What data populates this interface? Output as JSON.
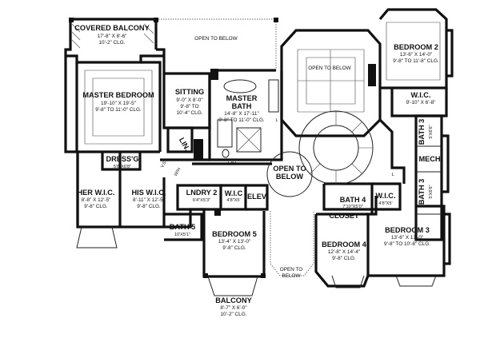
{
  "rooms": {
    "covered_balcony": {
      "name": "COVERED BALCONY",
      "dims": "17'-8\" X 8'-6\"",
      "clg": "10'-2\" CLG."
    },
    "open_below_top": {
      "name": "OPEN TO BELOW"
    },
    "master_bedroom": {
      "name": "MASTER BEDROOM",
      "dims": "19'-10\" X 19'-5\"",
      "clg": "9'-8\" TO 11'-0\" CLG."
    },
    "sitting": {
      "name": "SITTING",
      "dims": "9'-0\" X 8'-0\"",
      "clg1": "9'-8\" TO",
      "clg2": "10'-4\" CLG."
    },
    "master_bath": {
      "name1": "MASTER",
      "name2": "BATH",
      "dims": "14'-8\" X 17'-11\"",
      "clg": "9'-8\" TO 11'-0\" CLG."
    },
    "open_below_center": {
      "name": "OPEN TO BELOW"
    },
    "bedroom2": {
      "name": "BEDROOM 2",
      "dims": "13'-6\" X 14'-0\"",
      "clg": "9'-8\" TO 11'-8\" CLG."
    },
    "wic_bed2": {
      "name": "W.I.C.",
      "dims": "9'-10\" X 6'-8\""
    },
    "bath3_upper": {
      "name": "BATH 3",
      "dims": "5'X6'6\""
    },
    "mech": {
      "name": "MECH"
    },
    "bath3_lower": {
      "name": "BATH 3",
      "dims": "5'X6'6\""
    },
    "lin": {
      "name": "LIN."
    },
    "dressg": {
      "name": "DRESS'G",
      "dims": "5'8\"X6'8\""
    },
    "her_wic": {
      "name": "HER W.I.C.",
      "dims": "8'-8\" X 12'-5\"",
      "clg": "9'-8\" CLG."
    },
    "his_wic": {
      "name": "HIS W.I.C.",
      "dims": "8'-11\" X 12'-5\"",
      "clg": "9'-8\" CLG."
    },
    "lndry2": {
      "name": "LNDRY 2",
      "dims": "6'4\"X5'3\""
    },
    "wic_small": {
      "name": "W.I.C",
      "dims": "4'8\"X5'"
    },
    "elev": {
      "name": "ELEV"
    },
    "open_below_stair": {
      "name1": "OPEN TO",
      "name2": "BELOW"
    },
    "bath4": {
      "name": "BATH 4",
      "dims": "7'10\"X5'0\""
    },
    "wic_bed4": {
      "name": "W.I.C.",
      "dims": "4'8\"X5'"
    },
    "closet": {
      "name": "CLOSET"
    },
    "bath5": {
      "name": "BATH 5",
      "dims": "10'X5'1\""
    },
    "bedroom5": {
      "name": "BEDROOM 5",
      "dims": "13'-4\" X 13'-0\"",
      "clg": "9'-8\" CLG."
    },
    "bedroom4": {
      "name": "BEDROOM 4",
      "dims": "12'-8\" X 14'-4\"",
      "clg": "9'-8\" CLG."
    },
    "bedroom3": {
      "name": "BEDROOM 3",
      "dims": "13'-6\" X 13'-0\"",
      "clg": "9'-8\" TO 10'-8\" CLG."
    },
    "open_below_bottom": {
      "name1": "OPEN TO",
      "name2": "BELOW"
    },
    "balcony": {
      "name": "BALCONY",
      "dims": "8'-7\" X 6'-0\"",
      "clg": "10'-2\" CLG."
    }
  },
  "small_marks": {
    "lav": "LAV",
    "vs": "V.S.",
    "wh": "W/H",
    "l": "L"
  }
}
